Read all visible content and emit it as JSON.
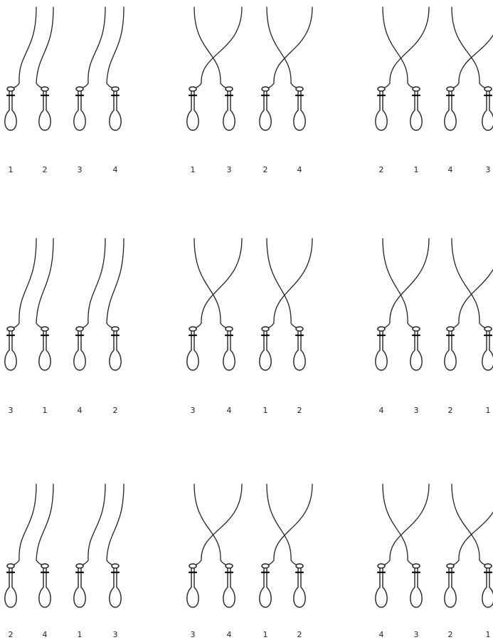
{
  "panels": [
    {
      "labels": [
        "1",
        "2",
        "3",
        "4"
      ]
    },
    {
      "labels": [
        "1",
        "3",
        "2",
        "4"
      ]
    },
    {
      "labels": [
        "2",
        "1",
        "4",
        "3"
      ]
    },
    {
      "labels": [
        "3",
        "1",
        "4",
        "2"
      ]
    },
    {
      "labels": [
        "3",
        "4",
        "1",
        "2"
      ]
    },
    {
      "labels": [
        "4",
        "3",
        "2",
        "1"
      ]
    },
    {
      "labels": [
        "2",
        "4",
        "1",
        "3"
      ]
    },
    {
      "labels": [
        "3",
        "4",
        "1",
        "2"
      ]
    },
    {
      "labels": [
        "4",
        "3",
        "2",
        "1"
      ]
    }
  ],
  "colors": {
    "ink": "#222222",
    "background": "#ffffff"
  }
}
